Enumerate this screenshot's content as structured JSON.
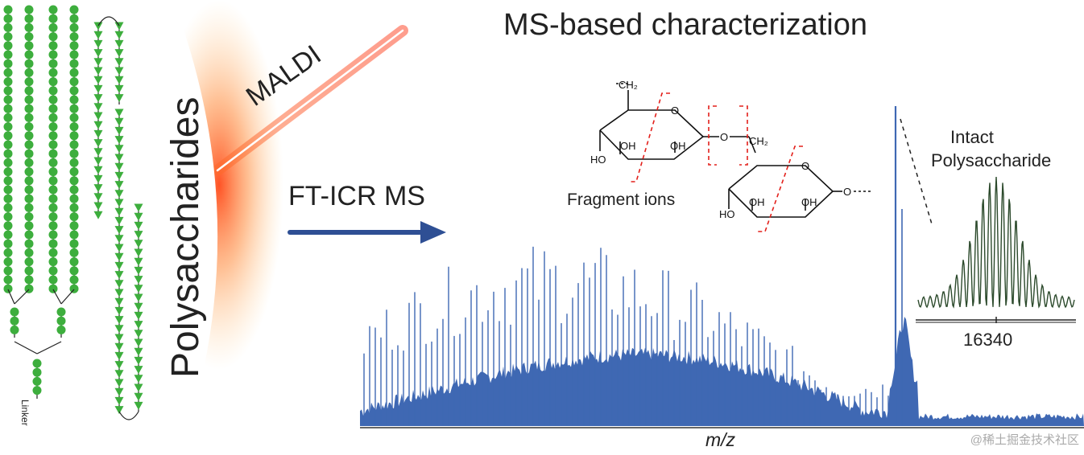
{
  "title": "MS-based characterization",
  "left_label": "Polysaccharides",
  "laser_label": "MALDI",
  "method_label": "FT-ICR MS",
  "fragment_label": "Fragment ions",
  "inset_title_line1": "Intact",
  "inset_title_line2": "Polysaccharide",
  "inset_peak": "16340",
  "x_axis_label": "m/z",
  "linker_label": "Linker",
  "watermark": "@稀土掘金技术社区",
  "structure_labels": {
    "ch2_top": "CH₂",
    "oxygen": "O",
    "oh": "OH",
    "ho": "HO",
    "ch2_link": "CH₂"
  },
  "colors": {
    "spectrum": "#3f68b3",
    "glycan_green": "#3dae3d",
    "arrow_blue": "#2e4f94",
    "laser": "#ff5a2a",
    "cleavage": "#e3201b",
    "inset_line": "#2c4a2c"
  }
}
